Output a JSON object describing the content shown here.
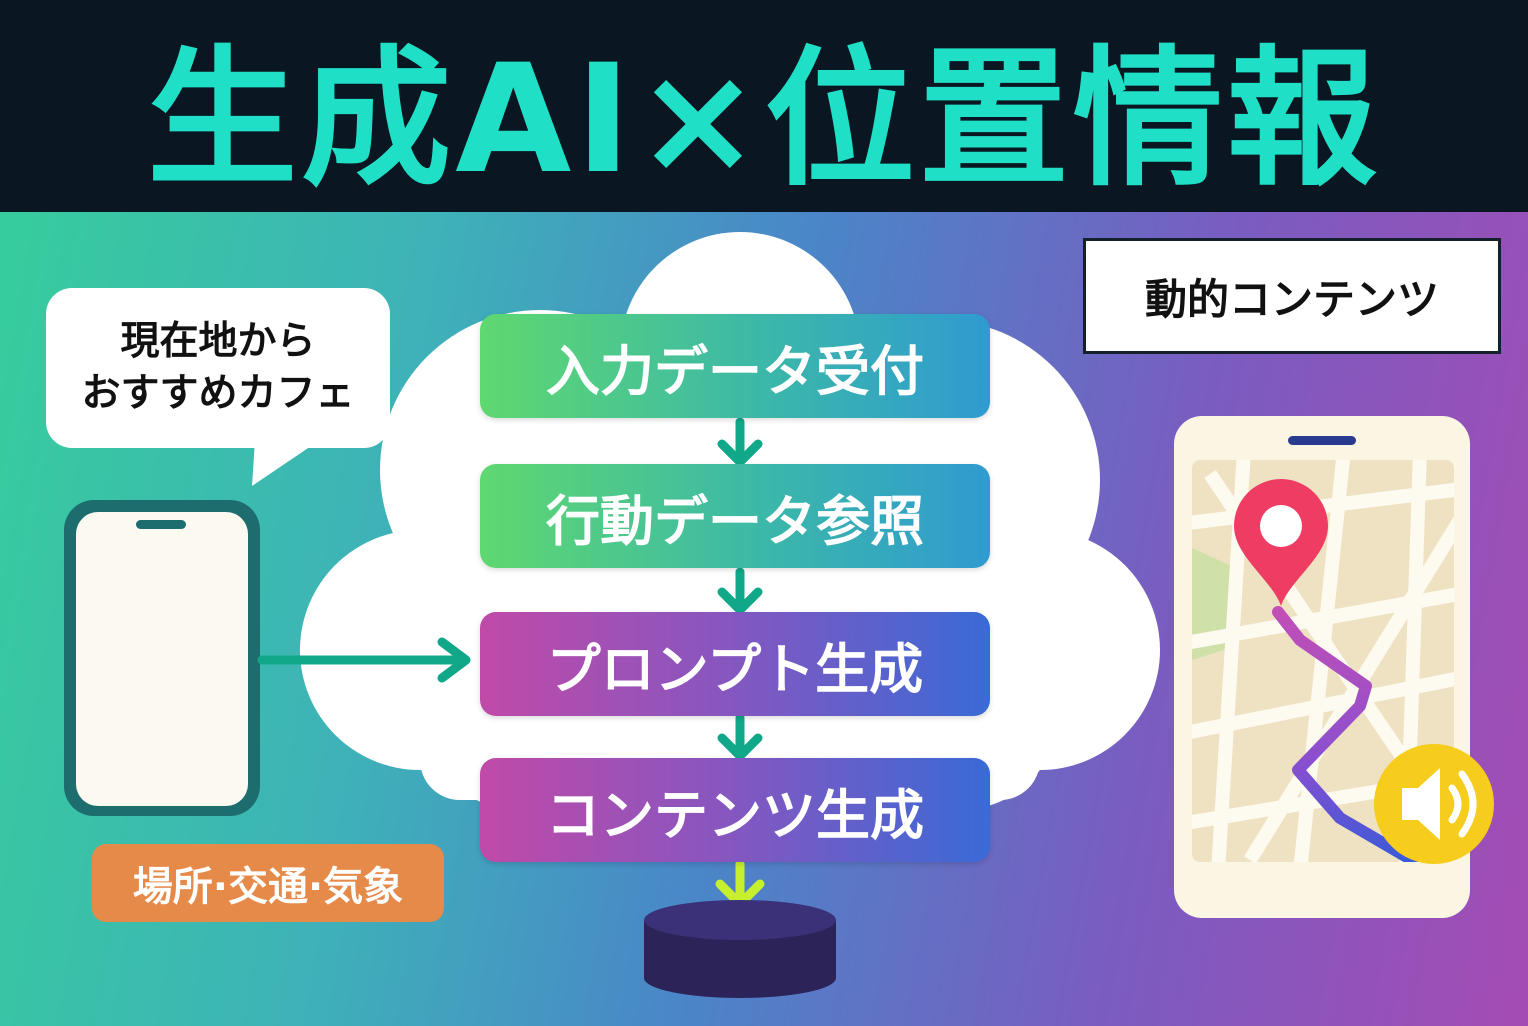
{
  "title": "生成AI×位置情報",
  "bubble": {
    "line1": "現在地から",
    "line2": "おすすめカフェ"
  },
  "context_tag": "場所·交通·気象",
  "output_label": "動的コンテンツ",
  "steps": [
    {
      "label": "入力データ受付"
    },
    {
      "label": "行動データ参照"
    },
    {
      "label": "プロンプト生成"
    },
    {
      "label": "コンテンツ生成"
    }
  ],
  "icons": [
    "phone-icon",
    "cloud-icon",
    "database-icon",
    "map-pin-icon",
    "route-icon",
    "speaker-icon",
    "arrow-down-icon",
    "arrow-right-icon"
  ],
  "colors": {
    "title": "#1fe0c6",
    "header_bg": "#0a1621",
    "arrow": "#11a88a",
    "arrow_final": "#c6f02e",
    "tag": "#e68a4a",
    "pin": "#ee3c63",
    "speaker": "#f6cd1c",
    "database": "#332b68"
  }
}
